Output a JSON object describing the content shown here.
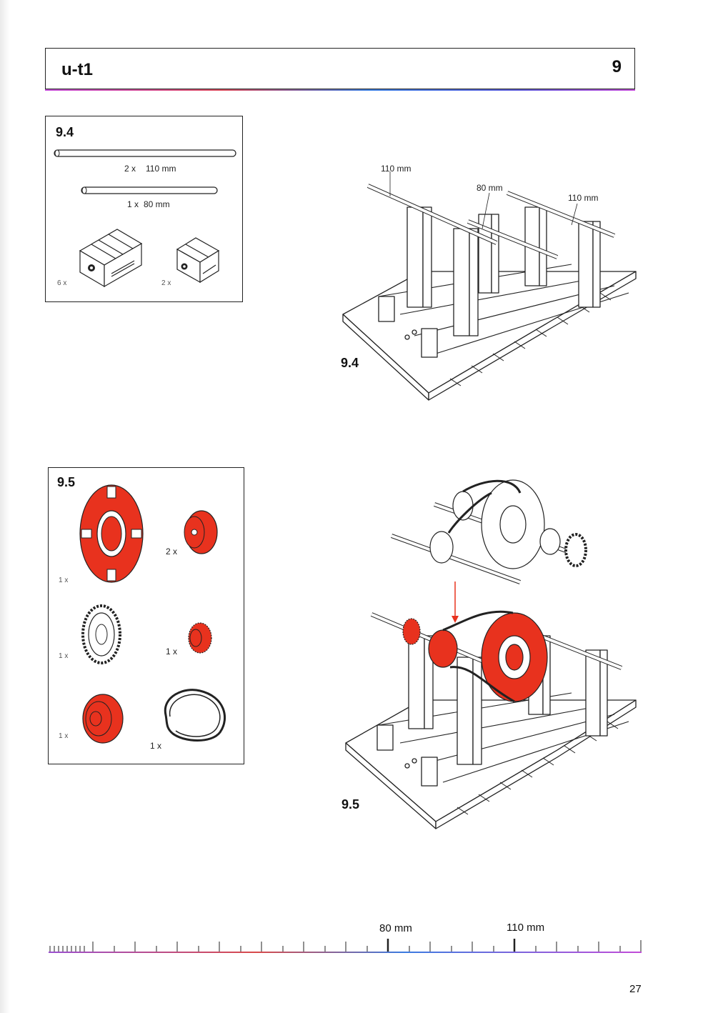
{
  "header": {
    "title": "u-t1",
    "page_step": "9"
  },
  "step_94": {
    "label": "9.4",
    "parts": [
      {
        "qty": "2 x",
        "size": "110 mm"
      },
      {
        "qty": "1 x",
        "size": "80 mm"
      }
    ],
    "block_counts": {
      "large": "6 x",
      "small": "2 x"
    },
    "diagram_label": "9.4",
    "callouts": {
      "left": "110 mm",
      "middle": "80 mm",
      "right": "110 mm"
    }
  },
  "step_95": {
    "label": "9.5",
    "parts": {
      "large_disc": "1 x",
      "small_hub": "2 x",
      "gear": "1 x",
      "small_gear": "1 x",
      "red_hub": "1 x",
      "belt": "1 x"
    },
    "diagram_label": "9.5"
  },
  "ruler": {
    "label_80": "80 mm",
    "label_110": "110 mm"
  },
  "footer": {
    "page_number": "27"
  },
  "colors": {
    "part_red": "#e8321e",
    "line": "#222222"
  }
}
